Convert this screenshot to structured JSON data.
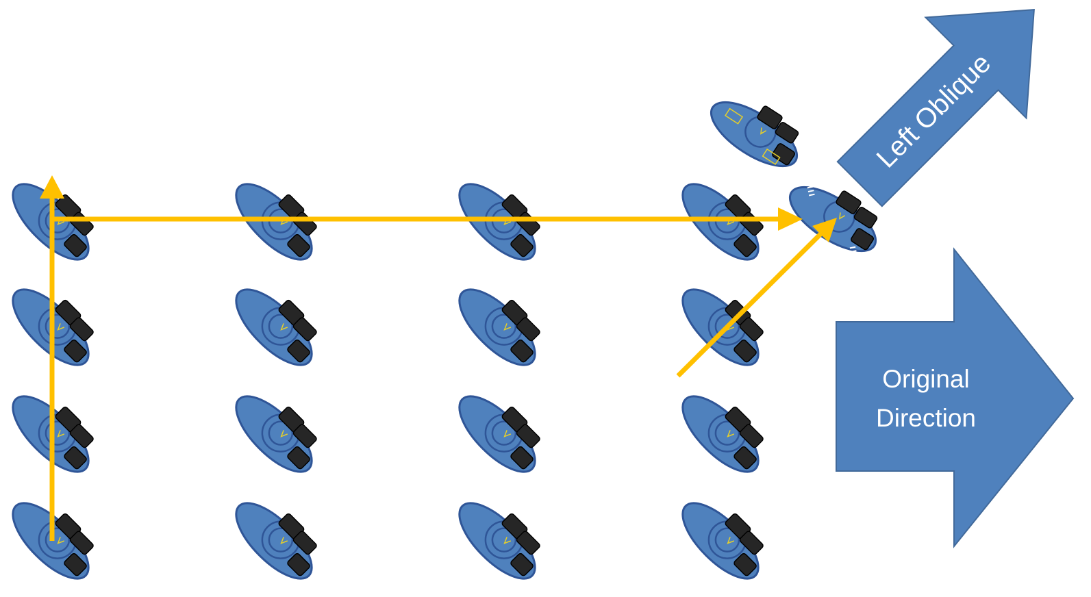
{
  "diagram": {
    "left_oblique_label": "Left Oblique",
    "original_direction_label_line1": "Original",
    "original_direction_label_line2": "Direction"
  },
  "formation": {
    "rows": 4,
    "columns": 4,
    "count": 16
  },
  "colors": {
    "marcher_fill": "#4f81bd",
    "marcher_outline": "#2f5597",
    "arrow_fill": "#4f81bd",
    "path_color": "#ffc000",
    "instrument_color": "#262626"
  }
}
